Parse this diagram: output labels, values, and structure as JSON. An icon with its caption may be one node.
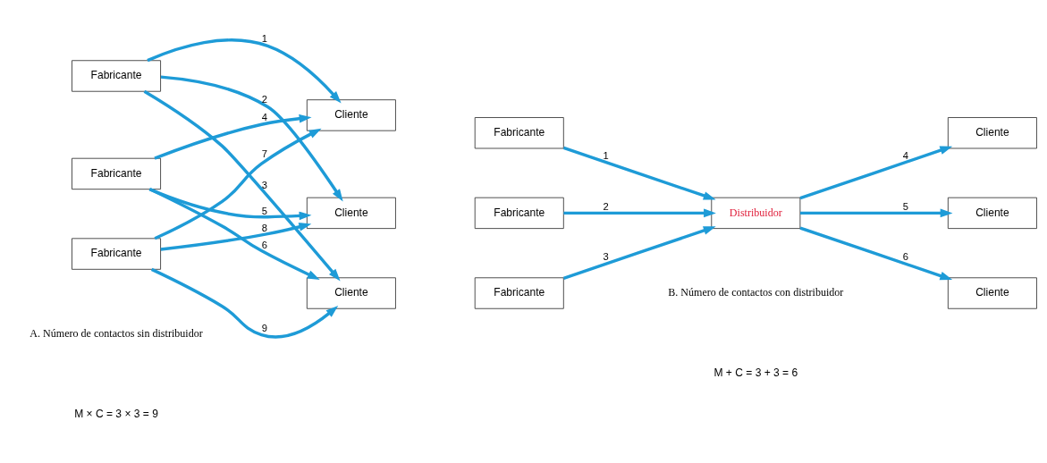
{
  "diagram": {
    "nodes": [
      {
        "text": [
          "Fabricante"
        ]
      },
      {
        "text": [
          "Fabricante"
        ]
      },
      {
        "text": [
          "Fabricante"
        ]
      },
      {
        "text": [
          "Cliente"
        ]
      },
      {
        "text": [
          "Cliente"
        ]
      },
      {
        "text": [
          "Cliente"
        ]
      },
      {
        "text": [
          "Fabricante"
        ]
      },
      {
        "text": [
          "Fabricante"
        ]
      },
      {
        "text": [
          "Fabricante"
        ]
      },
      {
        "text": [
          "Distribuidor"
        ]
      },
      {
        "text": [
          "Cliente"
        ]
      },
      {
        "text": [
          "Cliente"
        ]
      },
      {
        "text": [
          "Cliente"
        ]
      }
    ],
    "edges": [
      {
        "from": 0,
        "to": 3,
        "arrow": "to",
        "label": "1"
      },
      {
        "from": 0,
        "to": 4,
        "arrow": "to",
        "label": "2"
      },
      {
        "from": 0,
        "to": 5,
        "arrow": "to",
        "label": "3"
      },
      {
        "from": 1,
        "to": 3,
        "arrow": "to",
        "label": "4"
      },
      {
        "from": 1,
        "to": 4,
        "arrow": "to",
        "label": "5"
      },
      {
        "from": 1,
        "to": 5,
        "arrow": "to",
        "label": "6"
      },
      {
        "from": 2,
        "to": 3,
        "arrow": "to",
        "label": "7"
      },
      {
        "from": 2,
        "to": 4,
        "arrow": "to",
        "label": "8"
      },
      {
        "from": 2,
        "to": 5,
        "arrow": "to",
        "label": "9"
      },
      {
        "from": 6,
        "to": 9,
        "arrow": "to",
        "label": "1"
      },
      {
        "from": 7,
        "to": 9,
        "arrow": "to",
        "label": "2"
      },
      {
        "from": 8,
        "to": 9,
        "arrow": "to",
        "label": "3"
      },
      {
        "from": 9,
        "to": 10,
        "arrow": "to",
        "label": "4"
      },
      {
        "from": 9,
        "to": 11,
        "arrow": "to",
        "label": "5"
      },
      {
        "from": 9,
        "to": 12,
        "arrow": "to",
        "label": "6"
      }
    ],
    "labels": [
      "A. Número de contactos sin distribuidor",
      "M × C = 3 × 3 = 9",
      "B. Número de contactos con distribuidor",
      "M + C = 3 + 3 = 6"
    ]
  }
}
